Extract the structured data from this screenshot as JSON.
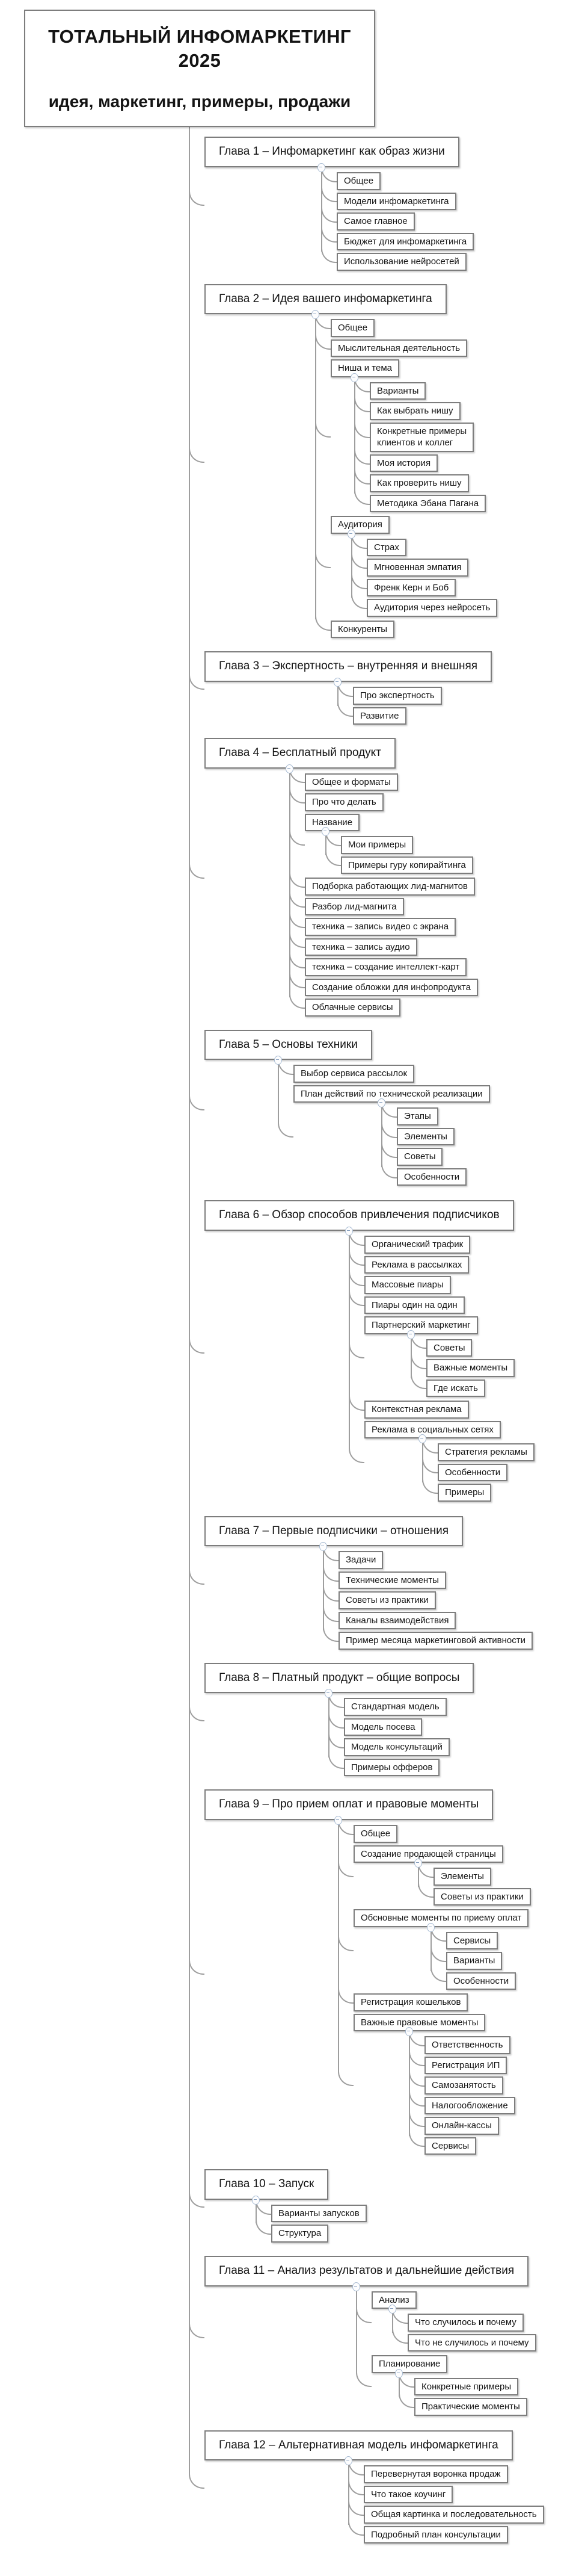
{
  "colors": {
    "root_bg": "#274a6e",
    "node_border": "#7d7d7d",
    "connector_line": "#9e9e9e",
    "collapse_icon": "#87a0bf"
  },
  "icons": {
    "collapse": "minus-circle-icon"
  },
  "map": {
    "root": {
      "title": "ТОТАЛЬНЫЙ ИНФОМАРКЕТИНГ 2025",
      "subtitle": "идея, маркетинг, примеры, продажи"
    },
    "chapters": [
      {
        "label": "Глава 1 – Инфомаркетинг как образ жизни",
        "children": [
          {
            "label": "Общее"
          },
          {
            "label": "Модели инфомаркетинга"
          },
          {
            "label": "Самое главное"
          },
          {
            "label": "Бюджет для инфомаркетинга"
          },
          {
            "label": "Использование нейросетей"
          }
        ]
      },
      {
        "label": "Глава 2 – Идея вашего инфомаркетинга",
        "children": [
          {
            "label": "Общее"
          },
          {
            "label": "Мыслительная деятельность"
          },
          {
            "label": "Ниша и тема",
            "children": [
              {
                "label": "Варианты"
              },
              {
                "label": "Как выбрать нишу"
              },
              {
                "label": "Конкретные примеры\nклиентов и коллег"
              },
              {
                "label": "Моя история"
              },
              {
                "label": "Как проверить нишу"
              },
              {
                "label": "Методика Эбана Пагана"
              }
            ]
          },
          {
            "label": "Аудитория",
            "children": [
              {
                "label": "Страх"
              },
              {
                "label": "Мгновенная эмпатия"
              },
              {
                "label": "Френк Керн и Боб"
              },
              {
                "label": "Аудитория через нейросеть"
              }
            ]
          },
          {
            "label": "Конкуренты"
          }
        ]
      },
      {
        "label": "Глава 3 – Экспертность – внутренняя и внешняя",
        "children": [
          {
            "label": "Про экспертность"
          },
          {
            "label": "Развитие"
          }
        ]
      },
      {
        "label": "Глава 4 – Бесплатный продукт",
        "children": [
          {
            "label": "Общее и форматы"
          },
          {
            "label": "Про что делать"
          },
          {
            "label": "Название",
            "children": [
              {
                "label": "Мои примеры"
              },
              {
                "label": "Примеры гуру копирайтинга"
              }
            ]
          },
          {
            "label": "Подборка работающих лид-магнитов"
          },
          {
            "label": "Разбор лид-магнита"
          },
          {
            "label": "техника – запись видео с экрана"
          },
          {
            "label": "техника – запись аудио"
          },
          {
            "label": "техника – создание интеллект-карт"
          },
          {
            "label": "Создание обложки для инфопродукта"
          },
          {
            "label": "Облачные сервисы"
          }
        ]
      },
      {
        "label": "Глава 5 – Основы техники",
        "children": [
          {
            "label": "Выбор сервиса рассылок"
          },
          {
            "label": "План действий по технической реализации",
            "children": [
              {
                "label": "Этапы"
              },
              {
                "label": "Элементы"
              },
              {
                "label": "Советы"
              },
              {
                "label": "Особенности"
              }
            ]
          }
        ]
      },
      {
        "label": "Глава 6 – Обзор способов привлечения подписчиков",
        "children": [
          {
            "label": "Органический трафик"
          },
          {
            "label": "Реклама в рассылках"
          },
          {
            "label": "Массовые пиары"
          },
          {
            "label": "Пиары один на один"
          },
          {
            "label": "Партнерский маркетинг",
            "children": [
              {
                "label": "Советы"
              },
              {
                "label": "Важные моменты"
              },
              {
                "label": "Где искать"
              }
            ]
          },
          {
            "label": "Контекстная реклама"
          },
          {
            "label": "Реклама в социальных сетях",
            "children": [
              {
                "label": "Стратегия рекламы"
              },
              {
                "label": "Особенности"
              },
              {
                "label": "Примеры"
              }
            ]
          }
        ]
      },
      {
        "label": "Глава 7 – Первые подписчики – отношения",
        "children": [
          {
            "label": "Задачи"
          },
          {
            "label": "Технические моменты"
          },
          {
            "label": "Советы из практики"
          },
          {
            "label": "Каналы взаимодействия"
          },
          {
            "label": "Пример месяца маркетинговой активности"
          }
        ]
      },
      {
        "label": "Глава 8 – Платный продукт – общие вопросы",
        "children": [
          {
            "label": "Стандартная модель"
          },
          {
            "label": "Модель посева"
          },
          {
            "label": "Модель консультаций"
          },
          {
            "label": "Примеры офферов"
          }
        ]
      },
      {
        "label": "Глава 9 – Про прием оплат и правовые моменты",
        "children": [
          {
            "label": "Общее"
          },
          {
            "label": "Создание продающей страницы",
            "children": [
              {
                "label": "Элементы"
              },
              {
                "label": "Советы из практики"
              }
            ]
          },
          {
            "label": "Обсновные моменты по приему оплат",
            "children": [
              {
                "label": "Сервисы"
              },
              {
                "label": "Варианты"
              },
              {
                "label": "Особенности"
              }
            ]
          },
          {
            "label": "Регистрация кошельков"
          },
          {
            "label": "Важные правовые моменты",
            "children": [
              {
                "label": "Ответственность"
              },
              {
                "label": "Регистрация ИП"
              },
              {
                "label": "Самозанятость"
              },
              {
                "label": "Налогообложение"
              },
              {
                "label": "Онлайн-кассы"
              },
              {
                "label": "Сервисы"
              }
            ]
          }
        ]
      },
      {
        "label": "Глава 10 – Запуск",
        "children": [
          {
            "label": "Варианты запусков"
          },
          {
            "label": "Структура"
          }
        ]
      },
      {
        "label": "Глава 11 – Анализ результатов и дальнейшие действия",
        "children": [
          {
            "label": "Анализ",
            "children": [
              {
                "label": "Что случилось и почему"
              },
              {
                "label": "Что не случилось и почему"
              }
            ]
          },
          {
            "label": "Планирование",
            "children": [
              {
                "label": "Конкретные примеры"
              },
              {
                "label": "Практические моменты"
              }
            ]
          }
        ]
      },
      {
        "label": "Глава 12 – Альтернативная модель инфомаркетинга",
        "children": [
          {
            "label": "Перевернутая воронка продаж"
          },
          {
            "label": "Что такое коучинг"
          },
          {
            "label": "Общая картинка и последовательность"
          },
          {
            "label": "Подробный план консультации"
          }
        ]
      }
    ]
  }
}
